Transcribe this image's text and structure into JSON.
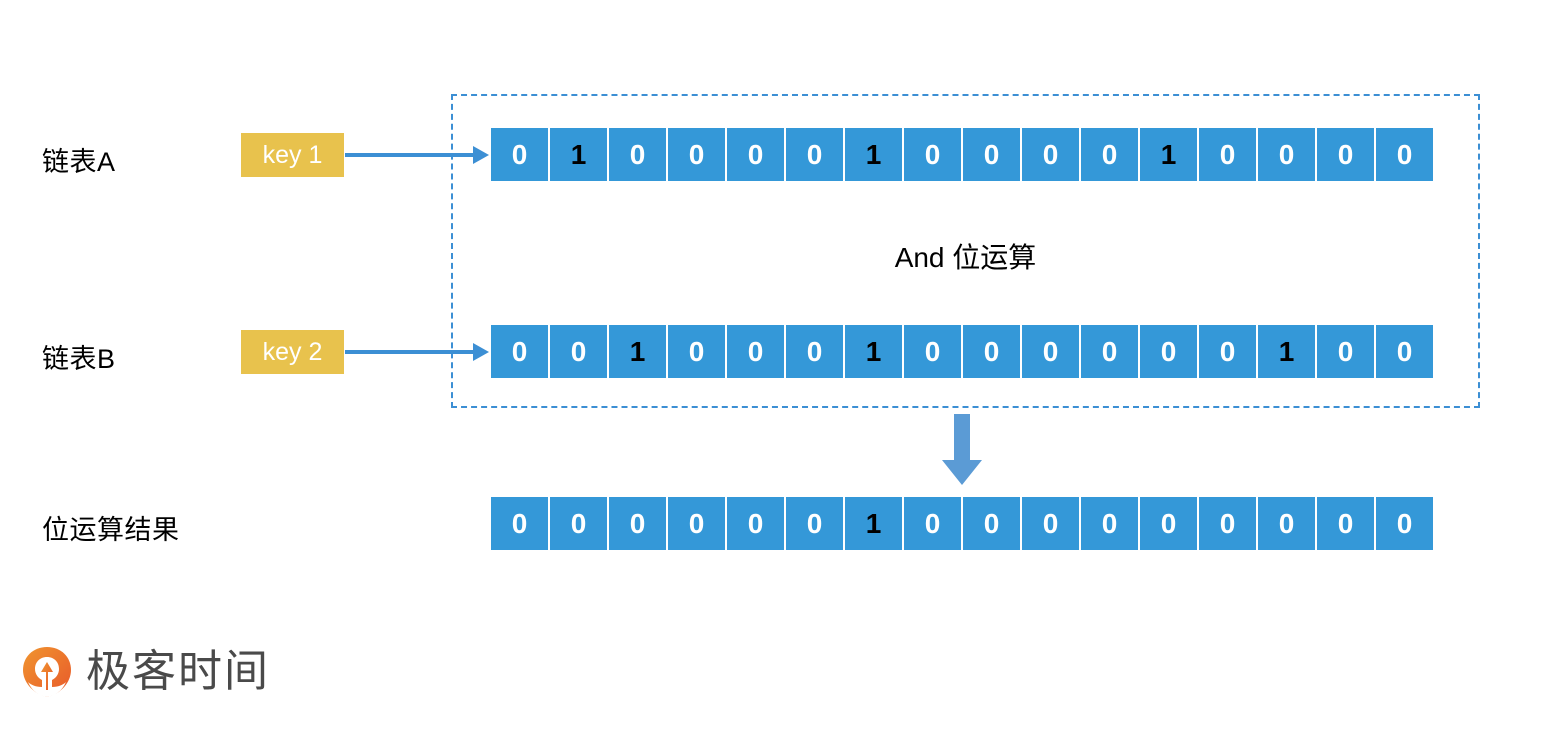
{
  "diagram": {
    "title": "And 位运算 bitmap diagram",
    "colors": {
      "cell_blue": "#3498D8",
      "key_yellow": "#E8C24D",
      "arrow_blue": "#3C8FD4",
      "dashed_border": "#3C8FD4",
      "block_arrow": "#5B9BD5",
      "digit_zero": "#FFFFFF",
      "digit_one": "#000000",
      "brand_orange": "#ED6F2E",
      "brand_text": "#4A4A4A"
    },
    "operation_caption": "And 位运算",
    "rows": [
      {
        "label": "链表A",
        "key_label": "key 1",
        "bits": [
          "0",
          "1",
          "0",
          "0",
          "0",
          "0",
          "1",
          "0",
          "0",
          "0",
          "0",
          "1",
          "0",
          "0",
          "0",
          "0"
        ]
      },
      {
        "label": "链表B",
        "key_label": "key 2",
        "bits": [
          "0",
          "0",
          "1",
          "0",
          "0",
          "0",
          "1",
          "0",
          "0",
          "0",
          "0",
          "0",
          "0",
          "1",
          "0",
          "0"
        ]
      }
    ],
    "result": {
      "label": "位运算结果",
      "bits": [
        "0",
        "0",
        "0",
        "0",
        "0",
        "0",
        "1",
        "0",
        "0",
        "0",
        "0",
        "0",
        "0",
        "0",
        "0",
        "0"
      ]
    },
    "icons": {
      "arrow_right": "right-arrow-icon",
      "arrow_down": "down-arrow-icon",
      "brand_mark": "geektime-logo-icon"
    },
    "brand": {
      "name": "极客时间"
    }
  }
}
